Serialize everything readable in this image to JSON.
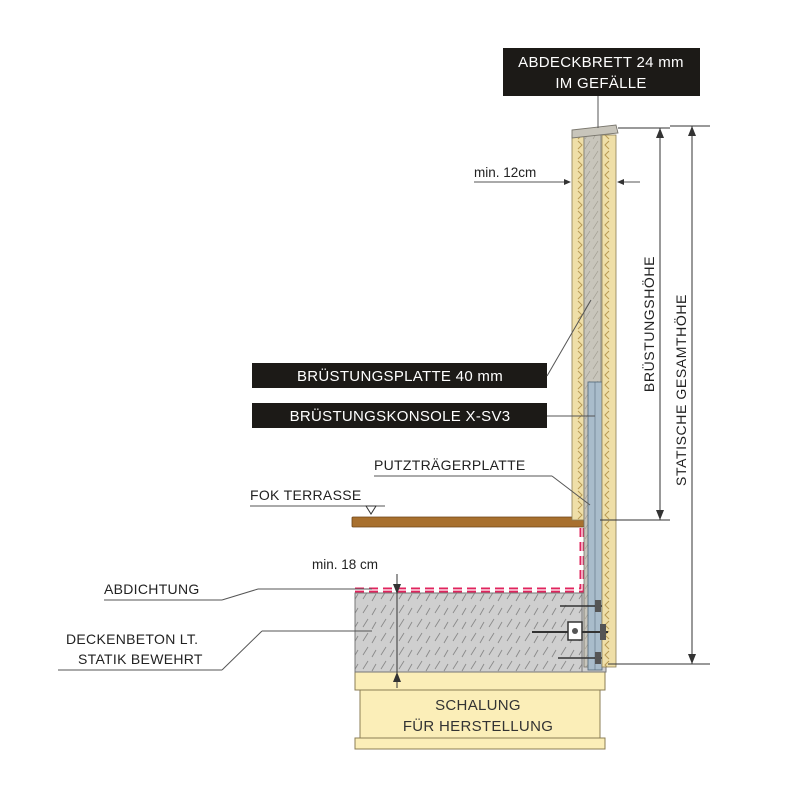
{
  "labels": {
    "cover_board_line1": "ABDECKBRETT 24 mm",
    "cover_board_line2": "IM GEFÄLLE",
    "min_12cm": "min. 12cm",
    "parapet_height": "BRÜSTUNGSHÖHE",
    "total_static_height": "STATISCHE GESAMTHÖHE",
    "parapet_board": "BRÜSTUNGSPLATTE 40 mm",
    "parapet_console": "BRÜSTUNGSKONSOLE X-SV3",
    "plaster_board": "PUTZTRÄGERPLATTE",
    "fok_terrace": "FOK TERRASSE",
    "min_18cm": "min. 18 cm",
    "sealing": "ABDICHTUNG",
    "concrete_line1": "DECKENBETON LT.",
    "concrete_line2": "STATIK BEWEHRT",
    "formwork_line1": "SCHALUNG",
    "formwork_line2": "FÜR HERSTELLUNG"
  },
  "colors": {
    "label_box": "#1c1a17",
    "insulation": "#efdfa8",
    "parapet_board": "#c8c5bb",
    "console": "#a9bccb",
    "concrete": "#cfcfcf",
    "sealing": "#e0245e",
    "terrace": "#a8702e",
    "formwork": "#fbeeb8"
  }
}
